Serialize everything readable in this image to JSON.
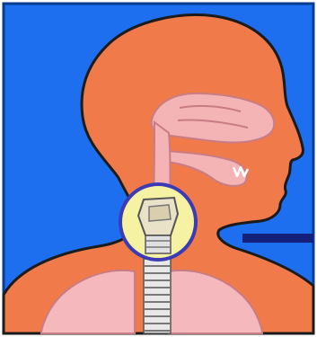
{
  "figure": {
    "subject": "head-and-neck-respiratory-anatomy",
    "parts": [
      "head",
      "nasal-cavity",
      "mouth",
      "trachea",
      "larynx",
      "lungs"
    ],
    "highlight": "larynx-magnifier-circle",
    "pointer": "navy-indicator-bar"
  },
  "colors": {
    "background": "#1e6ff0",
    "frame": "#0a3d8f",
    "skin": "#f07a4a",
    "outline": "#1b1b1b",
    "airway": "#f4b3b5",
    "airway_dark": "#c87c85",
    "lungs": "#f5b9bd",
    "trachea_rings": "#d9d9d9",
    "magnifier_fill": "#f5f3a3",
    "magnifier_ring": "#3b3bb4",
    "pointer_bar": "#14207a",
    "paper": "#ffffff"
  }
}
